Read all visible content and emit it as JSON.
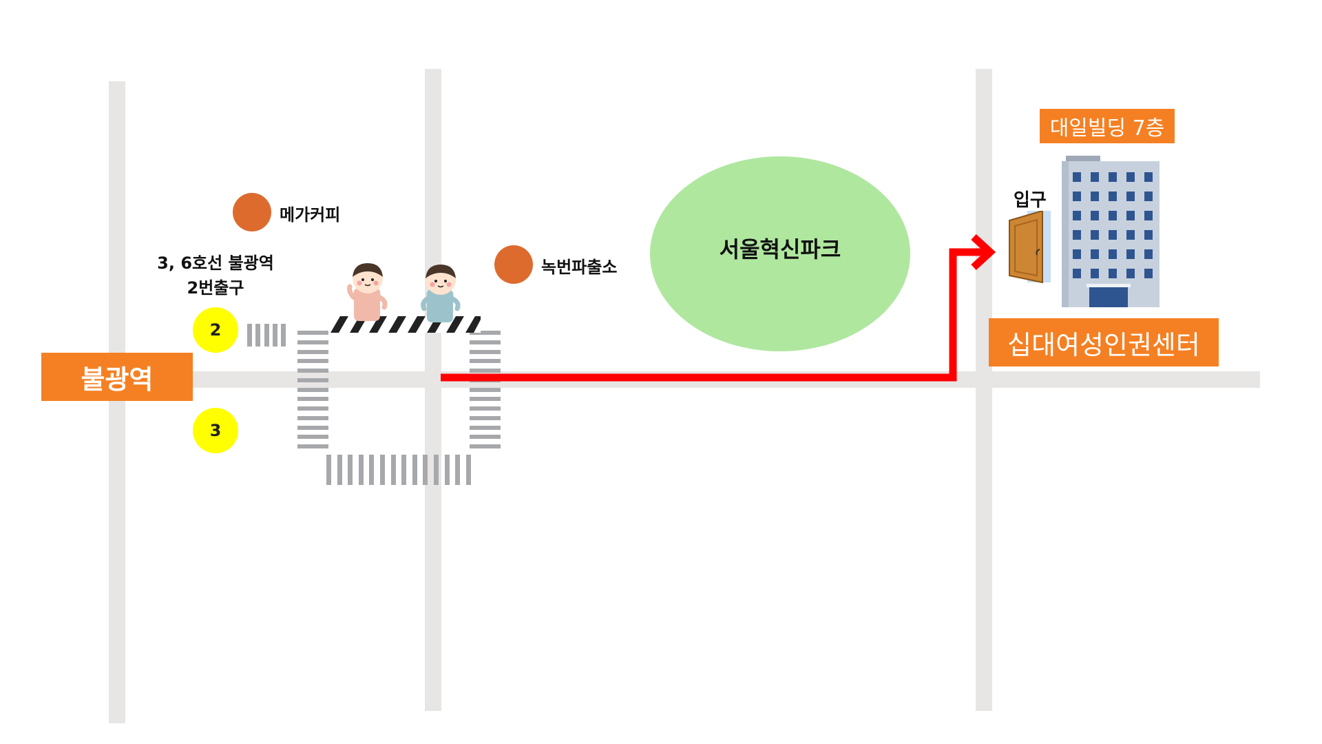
{
  "map": {
    "station_label": "불광역",
    "exit_info": {
      "line1": "3, 6호선 불광역",
      "line2": "2번출구"
    },
    "exits": [
      {
        "number": "2"
      },
      {
        "number": "3"
      }
    ],
    "landmarks": {
      "mega_coffee": "메가커피",
      "police_box": "녹번파출소",
      "park": "서울혁신파크"
    },
    "building": {
      "name": "대일빌딩 7층",
      "entrance": "입구",
      "destination": "십대여성인권센터"
    }
  },
  "colors": {
    "road": "#e7e6e5",
    "crosswalk": "#a7a8ab",
    "label_orange": "#f58023",
    "exit_yellow": "#ffff00",
    "poi_orange": "#dd6b2d",
    "park_green": "#afe79f",
    "route_red": "#ff0000"
  }
}
